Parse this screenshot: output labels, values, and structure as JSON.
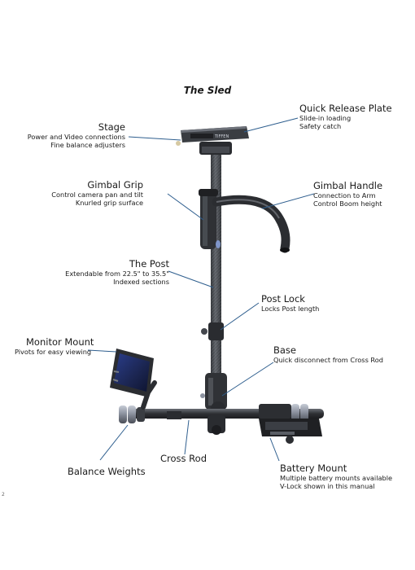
{
  "title": "The Sled",
  "callouts": {
    "stage": {
      "title": "Stage",
      "lines": [
        "Power and Video connections",
        "Fine balance adjusters"
      ]
    },
    "quick_release": {
      "title": "Quick Release Plate",
      "lines": [
        "Slide-in loading",
        "Safety catch"
      ]
    },
    "gimbal_grip": {
      "title": "Gimbal Grip",
      "lines": [
        "Control camera pan and tilt",
        "Knurled grip surface"
      ]
    },
    "gimbal_handle": {
      "title": "Gimbal Handle",
      "lines": [
        "Connection to Arm",
        "Control Boom height"
      ]
    },
    "post": {
      "title": "The Post",
      "lines": [
        "Extendable from 22.5\" to 35.5\"",
        "Indexed sections"
      ]
    },
    "post_lock": {
      "title": "Post Lock",
      "lines": [
        "Locks Post length"
      ]
    },
    "monitor_mount": {
      "title": "Monitor Mount",
      "lines": [
        "Pivots for easy viewing"
      ]
    },
    "base": {
      "title": "Base",
      "lines": [
        "Quick disconnect from Cross Rod"
      ]
    },
    "cross_rod": {
      "title": "Cross Rod",
      "lines": []
    },
    "balance_weights": {
      "title": "Balance Weights",
      "lines": []
    },
    "battery_mount": {
      "title": "Battery Mount",
      "lines": [
        "Multiple battery mounts available",
        "V-Lock shown in this manual"
      ]
    }
  },
  "stage_brand": "TIFFEN",
  "footnote": "2",
  "colors": {
    "leader": "#2e5e8e",
    "metal": "#3a3d42",
    "carbon": "#55595f",
    "accent": "#7f95c9"
  }
}
